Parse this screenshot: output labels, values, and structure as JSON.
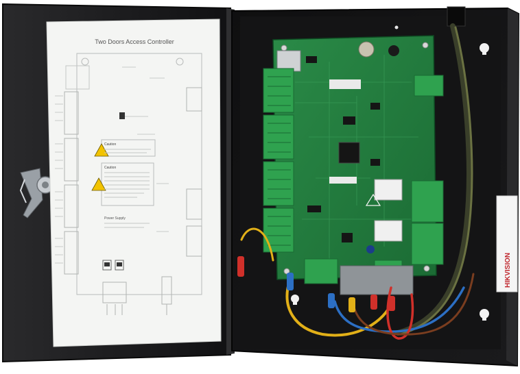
{
  "diagram": {
    "title": "Two Doors Access Controller",
    "caution_1": "Caution",
    "caution_2": "Caution",
    "power_supply": "Power Supply"
  },
  "box": {
    "brand": "HIKVISION"
  },
  "colors": {
    "enclosure": "#1c1c1e",
    "door_panel": "#202022",
    "paper": "#f4f5f3",
    "pcb": "#1f7a3c",
    "terminal": "#2fa24f",
    "caution": "#f2c300",
    "wire_yellow": "#e2b018",
    "wire_blue": "#2c6fc4",
    "wire_red": "#d0302a",
    "wire_brown": "#7a3d1f"
  }
}
